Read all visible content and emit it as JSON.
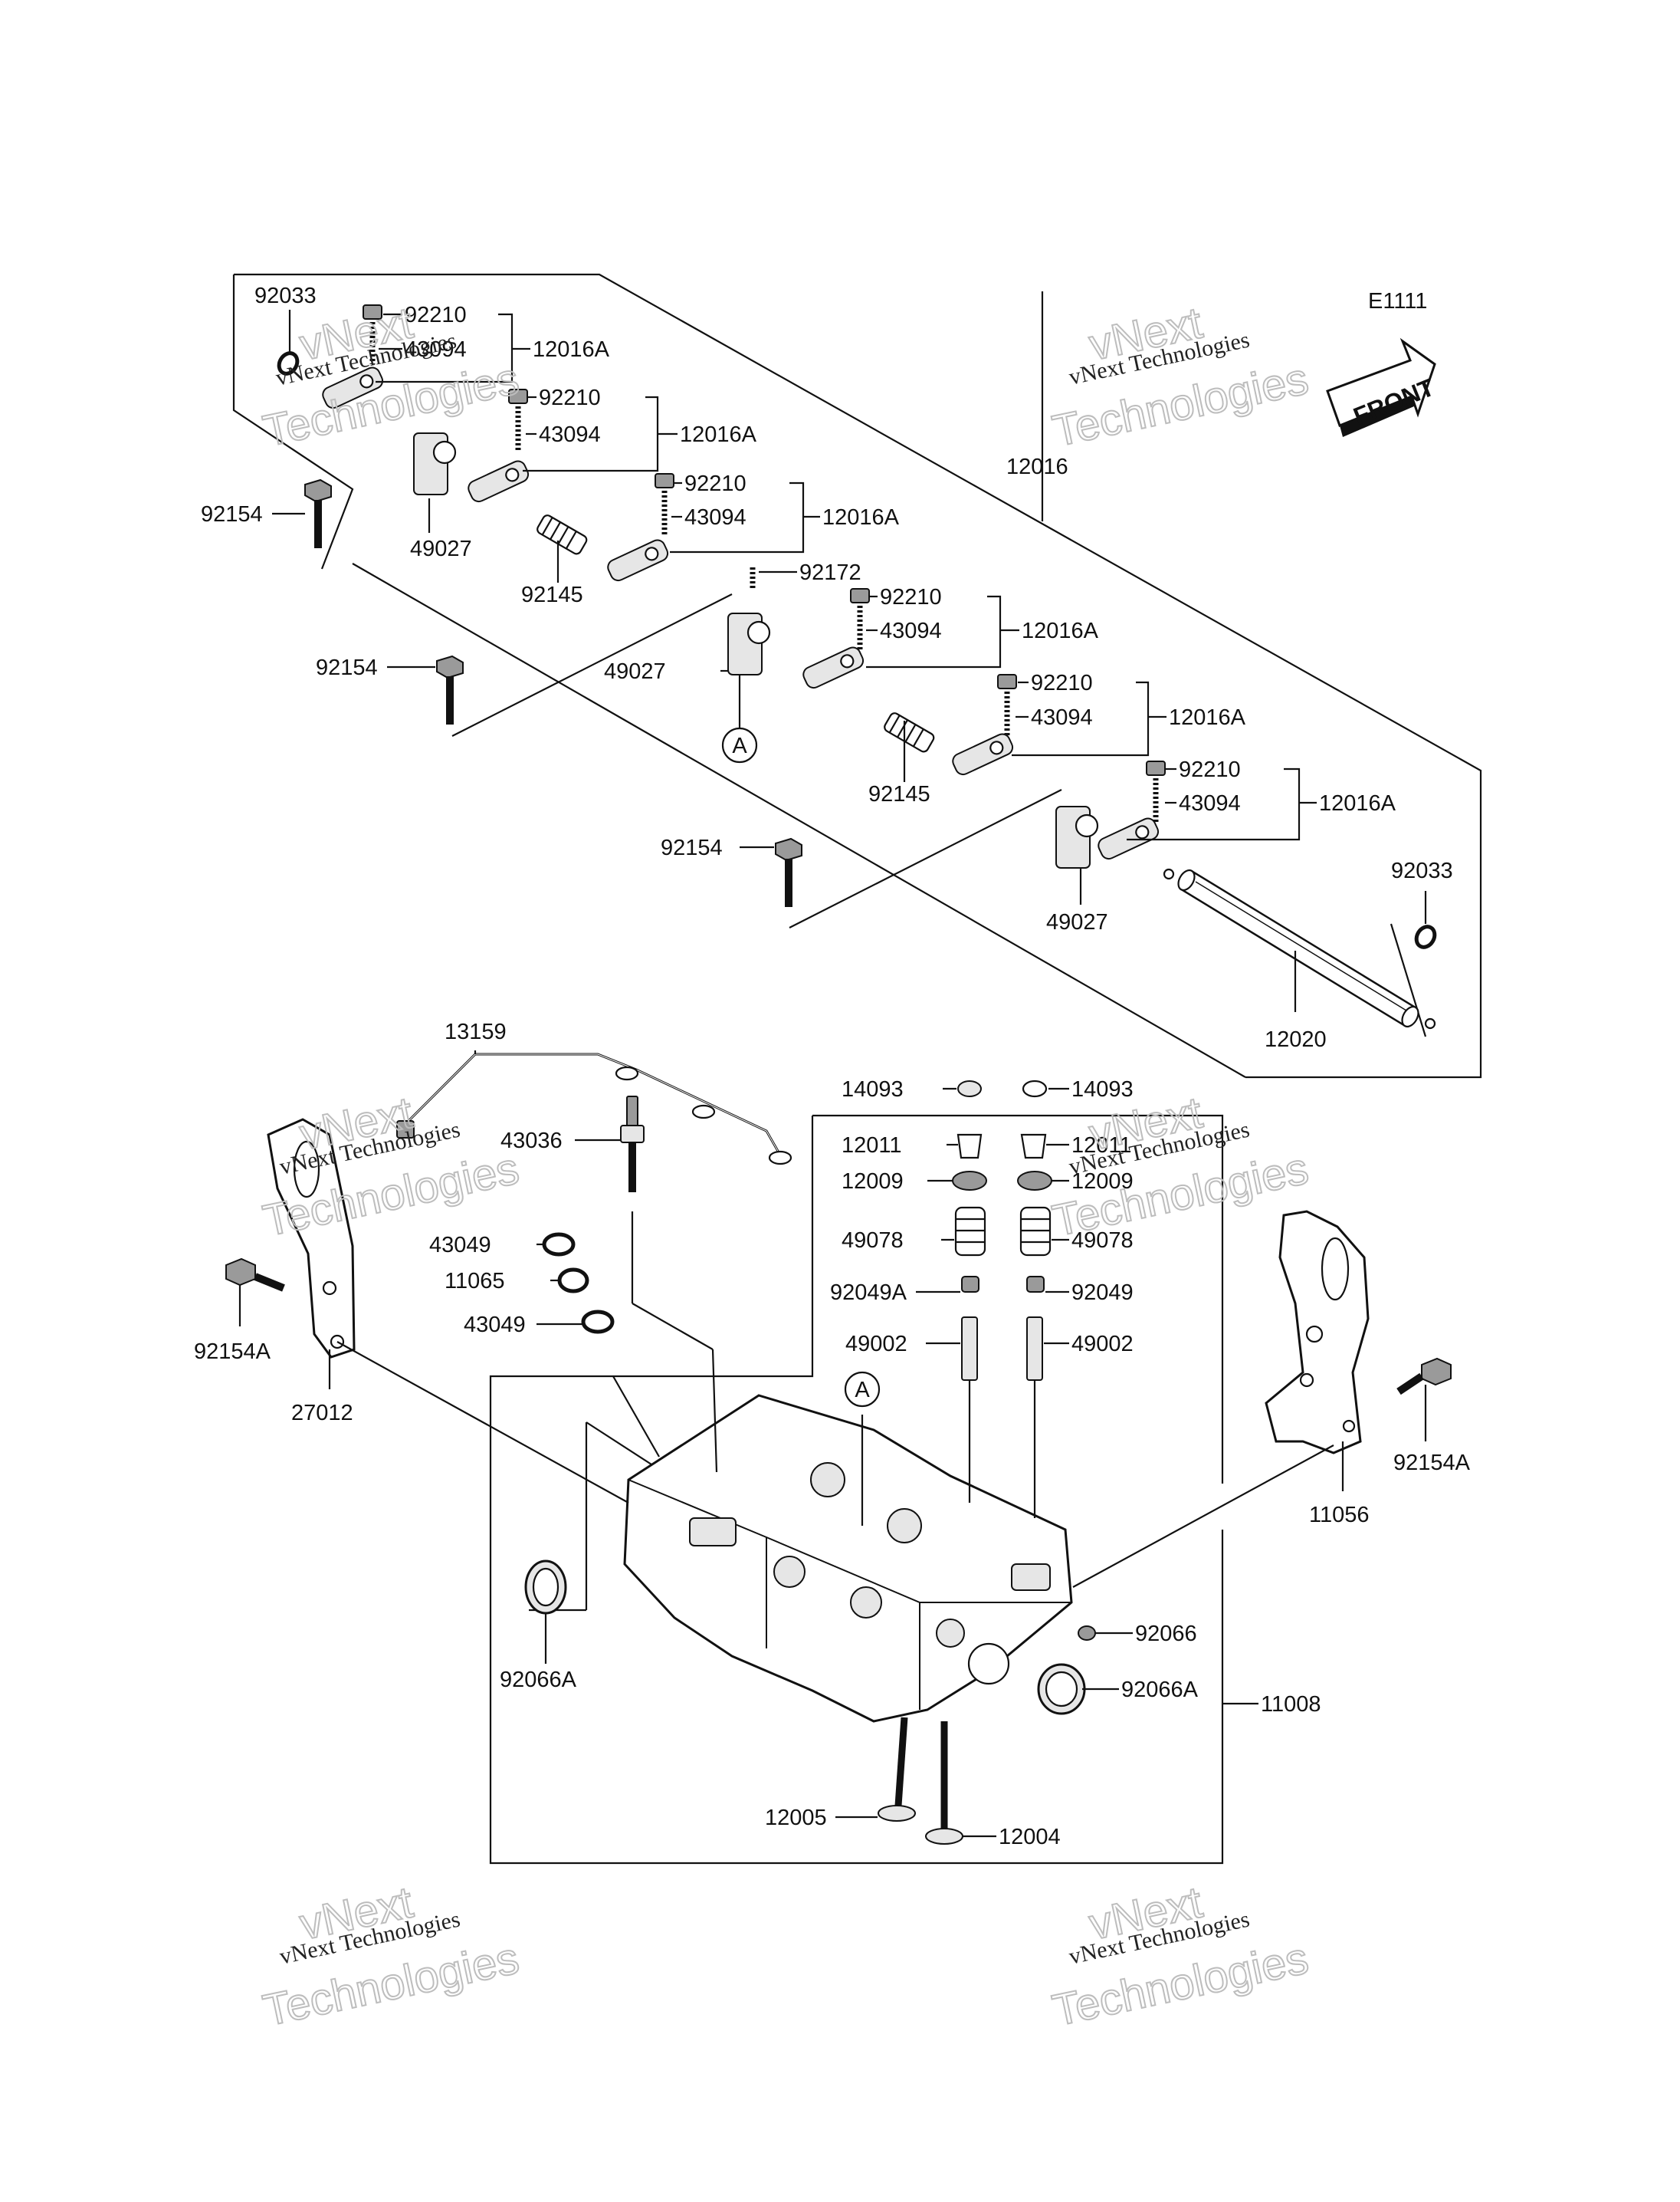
{
  "diagram_code": "E1111",
  "front_label": "FRONT",
  "circle_marker": "A",
  "watermark": {
    "line1": "vNext",
    "line2": "vNext Technologies",
    "line3": "Technologies"
  },
  "labels": {
    "p92033_a": "92033",
    "p92210_a": "92210",
    "p43094_a": "43094",
    "p12016A_a": "12016A",
    "p92210_b": "92210",
    "p43094_b": "43094",
    "p12016A_b": "12016A",
    "p92210_c": "92210",
    "p43094_c": "43094",
    "p12016A_c": "12016A",
    "p92154_a": "92154",
    "p49027_a": "49027",
    "p92145_a": "92145",
    "p92172": "92172",
    "p12016": "12016",
    "p92210_d": "92210",
    "p43094_d": "43094",
    "p12016A_d": "12016A",
    "p49027_b": "49027",
    "p92154_b": "92154",
    "p92210_e": "92210",
    "p43094_e": "43094",
    "p12016A_e": "12016A",
    "p92145_b": "92145",
    "p92210_f": "92210",
    "p43094_f": "43094",
    "p12016A_f": "12016A",
    "p92154_c": "92154",
    "p49027_c": "49027",
    "p92033_b": "92033",
    "p12020": "12020",
    "p13159": "13159",
    "p14093_a": "14093",
    "p14093_b": "14093",
    "p43036": "43036",
    "p12011_a": "12011",
    "p12011_b": "12011",
    "p12009_a": "12009",
    "p12009_b": "12009",
    "p49078_a": "49078",
    "p49078_b": "49078",
    "p43049_a": "43049",
    "p11065": "11065",
    "p43049_b": "43049",
    "p92049A": "92049A",
    "p92049": "92049",
    "p49002_a": "49002",
    "p49002_b": "49002",
    "p92154A_a": "92154A",
    "p27012": "27012",
    "p92154A_b": "92154A",
    "p11056": "11056",
    "p92066": "92066",
    "p92066A_a": "92066A",
    "p92066A_b": "92066A",
    "p11008": "11008",
    "p12005": "12005",
    "p12004": "12004"
  }
}
